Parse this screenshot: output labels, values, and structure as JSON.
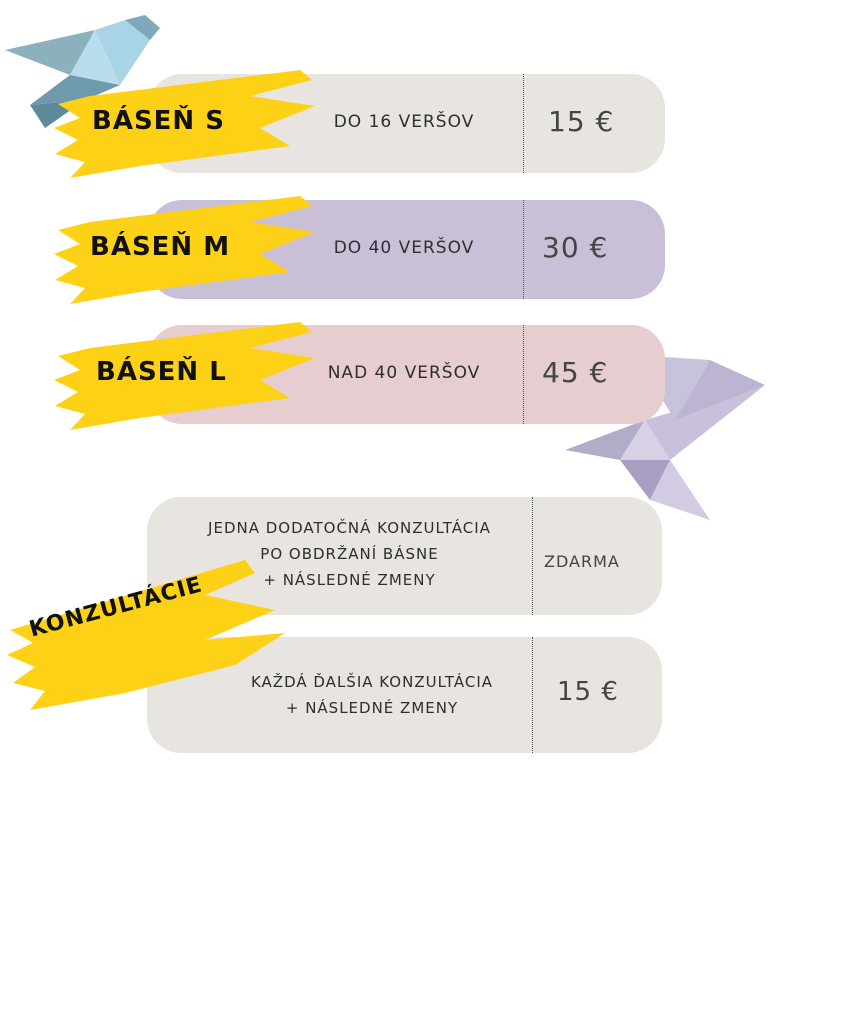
{
  "colors": {
    "card_s": "#e8e4df",
    "card_m": "#c9c0d8",
    "card_l": "#e6cdd0",
    "card_consult": "#e8e4df",
    "brush": "#fcd116",
    "bird_blue": "#8dbcd0",
    "bird_purple": "#c8c0dc"
  },
  "packages": [
    {
      "name": "BÁSEŇ S",
      "description": "DO 16 VERŠOV",
      "price": "15 €"
    },
    {
      "name": "BÁSEŇ M",
      "description": "DO 40 VERŠOV",
      "price": "30 €"
    },
    {
      "name": "BÁSEŇ L",
      "description": "NAD 40 VERŠOV",
      "price": "45 €"
    }
  ],
  "consultations": {
    "label": "KONZULTÁCIE",
    "items": [
      {
        "lines": [
          "JEDNA DODATOČNÁ KONZULTÁCIA",
          "PO OBDRŽANÍ BÁSNE",
          "+ NÁSLEDNÉ ZMENY"
        ],
        "price": "ZDARMA"
      },
      {
        "lines": [
          "KAŽDÁ ĎALŠIA KONZULTÁCIA",
          "+ NÁSLEDNÉ ZMENY"
        ],
        "price": "15 €"
      }
    ]
  },
  "icons": [
    "origami-bird-blue-icon",
    "origami-bird-purple-icon"
  ]
}
